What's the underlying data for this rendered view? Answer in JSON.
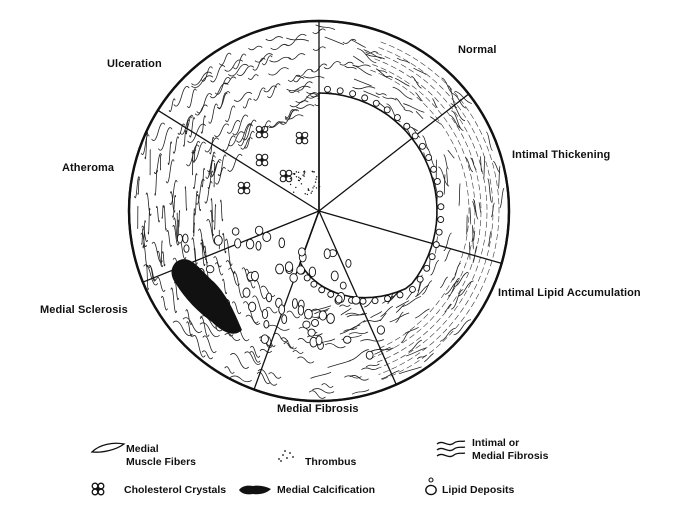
{
  "diagram": {
    "sections": [
      {
        "id": "normal",
        "label": "Normal"
      },
      {
        "id": "intimal-thickening",
        "label": "Intimal Thickening"
      },
      {
        "id": "intimal-lipid-accumulation",
        "label": "Intimal Lipid Accumulation"
      },
      {
        "id": "medial-fibrosis",
        "label": "Medial Fibrosis"
      },
      {
        "id": "medial-sclerosis",
        "label": "Medial Sclerosis"
      },
      {
        "id": "atheroma",
        "label": "Atheroma"
      },
      {
        "id": "ulceration",
        "label": "Ulceration"
      }
    ]
  },
  "legend": {
    "medial_muscle_fibers": {
      "line1": "Medial",
      "line2": "Muscle Fibers",
      "icon": "muscle-fiber-icon"
    },
    "thrombus": {
      "label": "Thrombus",
      "icon": "thrombus-dots-icon"
    },
    "intimal_medial_fibrosis": {
      "line1": "Intimal or",
      "line2": "Medial Fibrosis",
      "icon": "fibrosis-wave-icon"
    },
    "cholesterol_crystals": {
      "label": "Cholesterol Crystals",
      "icon": "cholesterol-crystal-icon"
    },
    "medial_calcification": {
      "label": "Medial Calcification",
      "icon": "calcification-blob-icon"
    },
    "lipid_deposits": {
      "label": "Lipid Deposits",
      "icon": "lipid-deposit-icon"
    }
  }
}
